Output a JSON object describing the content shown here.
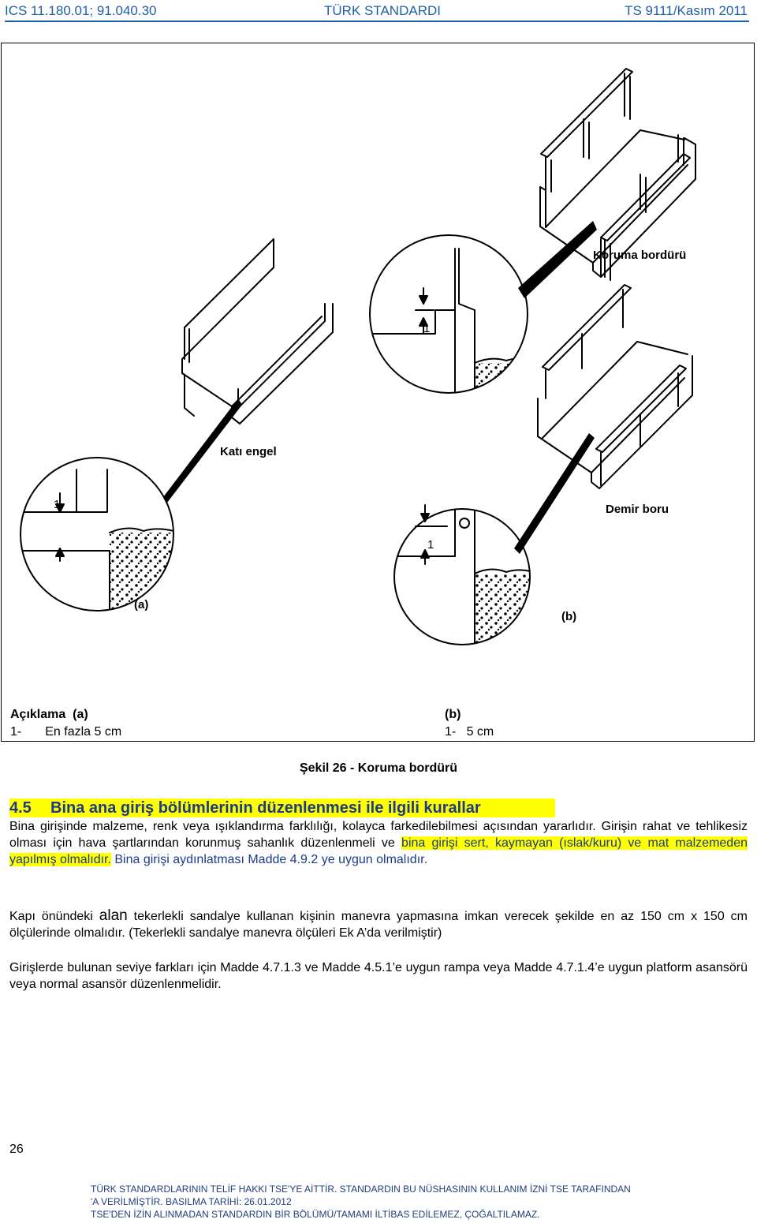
{
  "header": {
    "left": "ICS 11.180.01; 91.040.30",
    "center": "TÜRK STANDARDI",
    "right": "TS 9111/Kasım 2011"
  },
  "figure": {
    "label_koruma": "Koruma bordürü",
    "label_kati": "Katı engel",
    "label_demir": "Demir boru",
    "label_a": "(a)",
    "label_b": "(b)",
    "dim_1": "1",
    "legend_title": "Açıklama",
    "legend_a": "(a)",
    "legend_b": "(b)",
    "legend_a_item_num": "1-",
    "legend_a_item_text": "En fazla 5 cm",
    "legend_b_item": "1-   5 cm"
  },
  "caption": {
    "bold_part": "Şekil 26",
    "rest": " - Koruma bordürü"
  },
  "section": {
    "number": "4.5",
    "title": "Bina ana giriş bölümlerinin düzenlenmesi ile ilgili kurallar"
  },
  "paragraphs": {
    "p1": "Bina girişinde malzeme, renk veya ışıklandırma farklılığı, kolayca farkedilebilmesi açısından yararlıdır. Girişin rahat ve tehlikesiz olması için hava şartlarından korunmuş sahanlık düzenlenmeli ve ",
    "p1_highlight": "bina girişi sert, kaymayan (ıslak/kuru) ve mat malzemeden yapılmış olmalıdır.",
    "p1_end": " Bina girişi aydınlatması Madde 4.9.2 ye uygun olmalıdır.",
    "p2_a": "Kapı önündeki ",
    "p2_word": "alan",
    "p2_b": " tekerlekli sandalye kullanan kişinin manevra yapmasına imkan verecek şekilde en az 150 cm x 150 cm ölçülerinde olmalıdır. (Tekerlekli sandalye manevra ölçüleri Ek A’da verilmiştir)",
    "p3": "Girişlerde bulunan seviye farkları için Madde 4.7.1.3 ve Madde 4.5.1’e uygun rampa veya Madde 4.7.1.4’e uygun platform  asansörü veya normal asansör düzenlenmelidir."
  },
  "page_number": "26",
  "footer": {
    "line1": "TÜRK STANDARDLARININ TELİF HAKKI TSE'YE AİTTİR. STANDARDIN BU NÜSHASININ KULLANIM İZNİ TSE TARAFINDAN",
    "line2": "'A VERİLMİŞTİR. BASILMA TARİHİ: 26.01.2012",
    "line3": "TSE'DEN İZİN ALINMADAN STANDARDIN BİR BÖLÜMÜ/TAMAMI İLTİBAS EDİLEMEZ, ÇOĞALTILAMAZ."
  }
}
